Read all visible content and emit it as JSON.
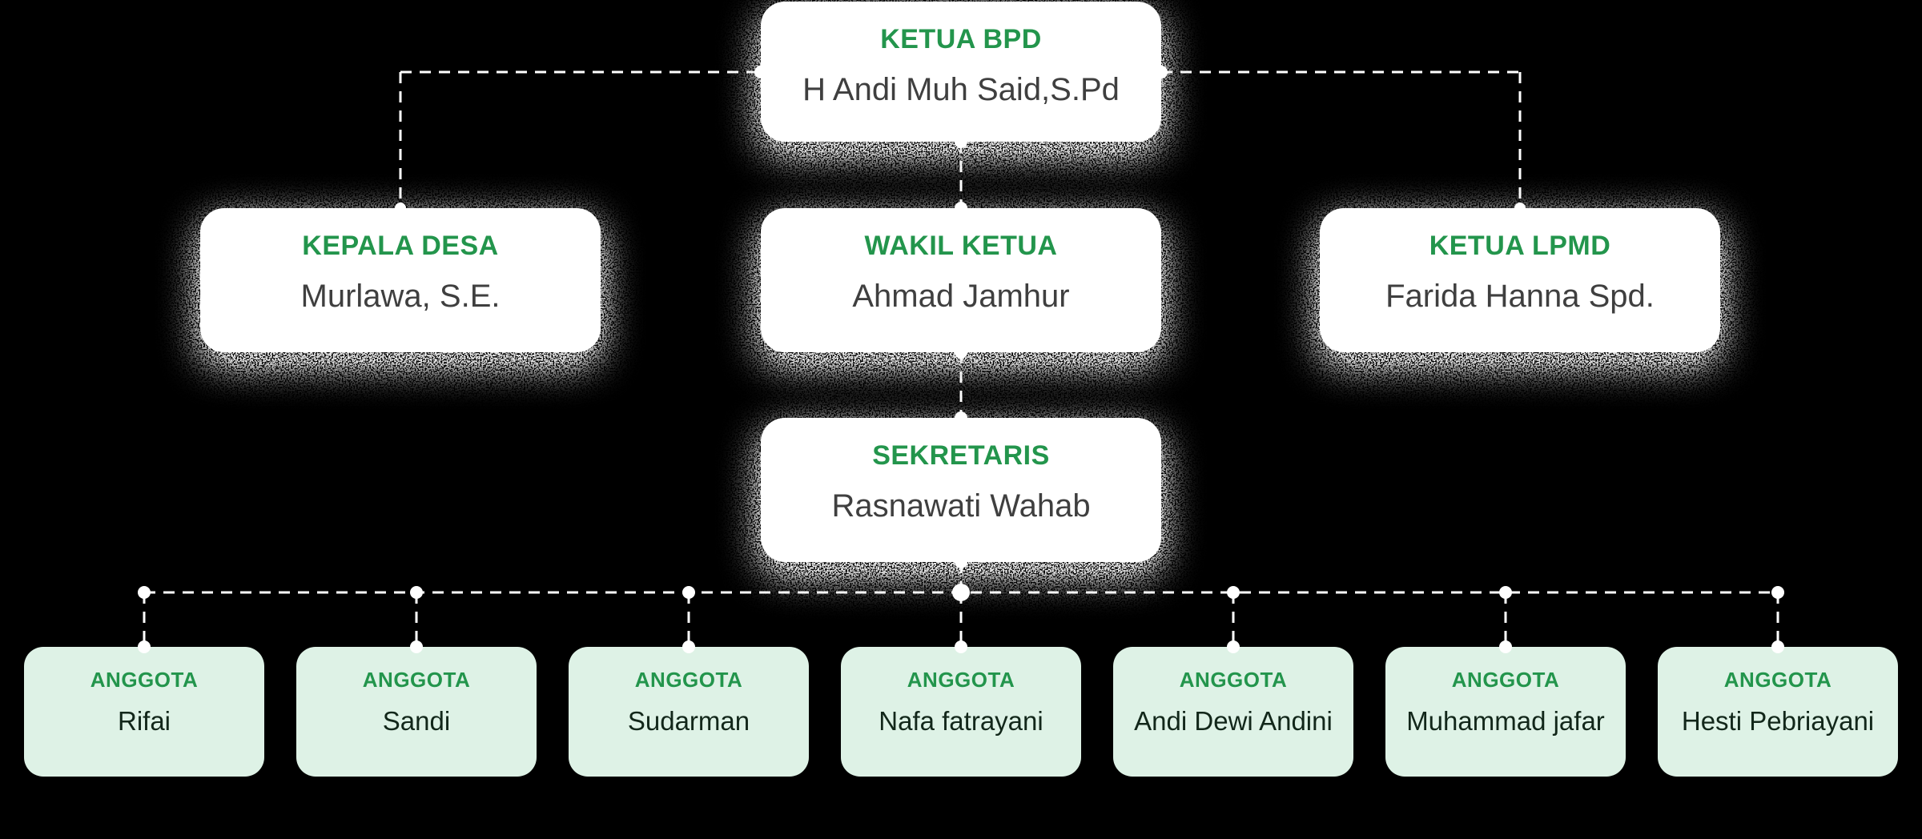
{
  "diagram_type": "organization-chart",
  "org": {
    "root": {
      "title": "KETUA BPD",
      "name": "H Andi Muh Said,S.Pd"
    },
    "level2": [
      {
        "title": "KEPALA DESA",
        "name": "Murlawa, S.E."
      },
      {
        "title": "WAKIL KETUA",
        "name": "Ahmad Jamhur"
      },
      {
        "title": "KETUA LPMD",
        "name": "Farida Hanna Spd."
      }
    ],
    "secretary": {
      "title": "SEKRETARIS",
      "name": "Rasnawati Wahab"
    },
    "members": [
      {
        "title": "ANGGOTA",
        "name": "Rifai"
      },
      {
        "title": "ANGGOTA",
        "name": "Sandi"
      },
      {
        "title": "ANGGOTA",
        "name": "Sudarman"
      },
      {
        "title": "ANGGOTA",
        "name": "Nafa fatrayani"
      },
      {
        "title": "ANGGOTA",
        "name": "Andi Dewi Andini"
      },
      {
        "title": "ANGGOTA",
        "name": "Muhammad jafar"
      },
      {
        "title": "ANGGOTA",
        "name": "Hesti Pebriayani"
      }
    ]
  },
  "colors": {
    "background": "#000000",
    "card_bg": "#ffffff",
    "member_card_bg": "#def2e6",
    "accent_green": "#23954c",
    "name_text": "#3f3f3f",
    "member_name_text": "#12271a",
    "connector": "#ffffff"
  }
}
